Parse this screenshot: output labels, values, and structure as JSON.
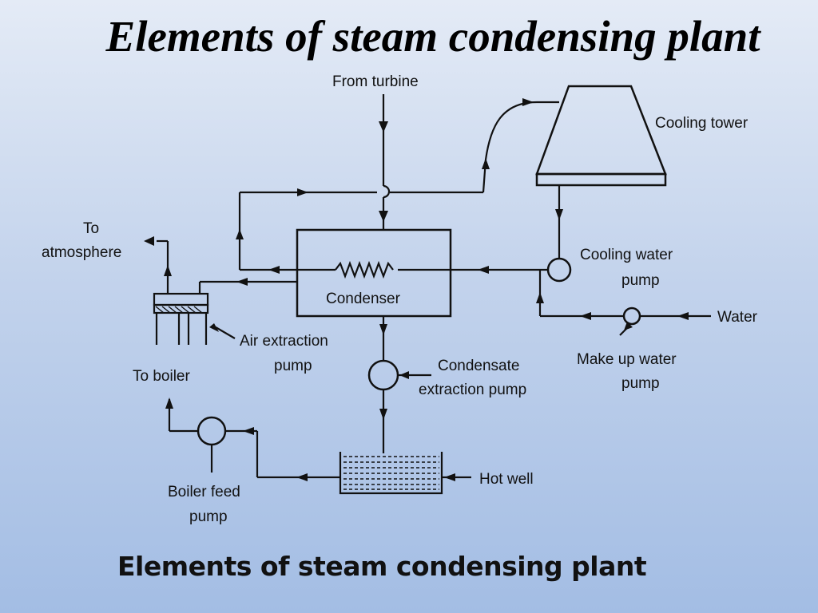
{
  "title": "Elements of steam condensing plant",
  "caption": "Elements of steam condensing plant",
  "labels": {
    "from_turbine": "From turbine",
    "cooling_tower": "Cooling tower",
    "to_atmosphere_1": "To",
    "to_atmosphere_2": "atmosphere",
    "condenser": "Condenser",
    "cooling_water_pump_1": "Cooling water",
    "cooling_water_pump_2": "pump",
    "water": "Water",
    "air_extraction_pump_1": "Air extraction",
    "air_extraction_pump_2": "pump",
    "condensate_pump_1": "Condensate",
    "condensate_pump_2": "extraction pump",
    "make_up_pump_1": "Make up water",
    "make_up_pump_2": "pump",
    "to_boiler": "To boiler",
    "hot_well": "Hot well",
    "boiler_feed_pump_1": "Boiler feed",
    "boiler_feed_pump_2": "pump"
  }
}
